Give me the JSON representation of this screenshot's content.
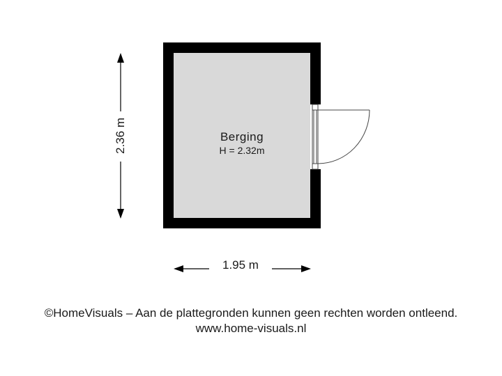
{
  "room": {
    "name": "Berging",
    "height": "H = 2.32m",
    "fill_color": "#d9d9d9",
    "wall_color": "#000000"
  },
  "dimensions": {
    "width": "1.95 m",
    "depth": "2.36 m"
  },
  "footer": {
    "disclaimer": "©HomeVisuals – Aan de plattegronden kunnen geen rechten worden ontleend.",
    "website": "www.home-visuals.nl"
  }
}
